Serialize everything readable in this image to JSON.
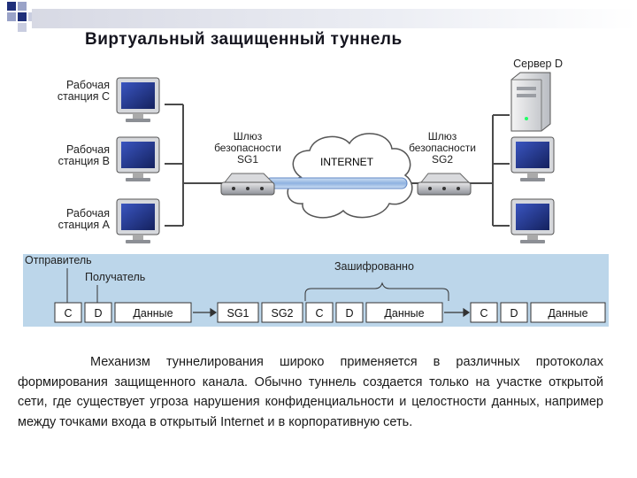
{
  "title": "Виртуальный защищенный туннель",
  "colors": {
    "band": "#bcd6ea",
    "line": "#4a4a4a",
    "monitor_screen": "#23378f",
    "title_bar": "#d7d9e4",
    "deco_blue": "#1f2f7a",
    "deco_light": "#9aa3c8"
  },
  "network": {
    "workstations": [
      {
        "label_line1": "Рабочая",
        "label_line2": "станция C"
      },
      {
        "label_line1": "Рабочая",
        "label_line2": "станция B"
      },
      {
        "label_line1": "Рабочая",
        "label_line2": "станция A"
      }
    ],
    "server": {
      "label": "Сервер D"
    },
    "gateway1": {
      "label_line1": "Шлюз",
      "label_line2": "безопасности",
      "label_line3": "SG1"
    },
    "gateway2": {
      "label_line1": "Шлюз",
      "label_line2": "безопасности",
      "label_line3": "SG2"
    },
    "internet": {
      "label": "INTERNET"
    }
  },
  "packets": {
    "sender_label": "Отправитель",
    "receiver_label": "Получатель",
    "encrypted_label": "Зашифрованно",
    "packet1": [
      "C",
      "D",
      "Данные"
    ],
    "packet2": [
      "SG1",
      "SG2",
      "C",
      "D",
      "Данные"
    ],
    "packet3": [
      "C",
      "D",
      "Данные"
    ]
  },
  "description": "Механизм туннелирования широко применяется в различных протоколах формирования защищенного канала. Обычно туннель создается только на участке открытой сети, где существует угроза нарушения конфиденциальности и целостности данных, например между точками входа в открытый Internet и в корпоративную сеть."
}
